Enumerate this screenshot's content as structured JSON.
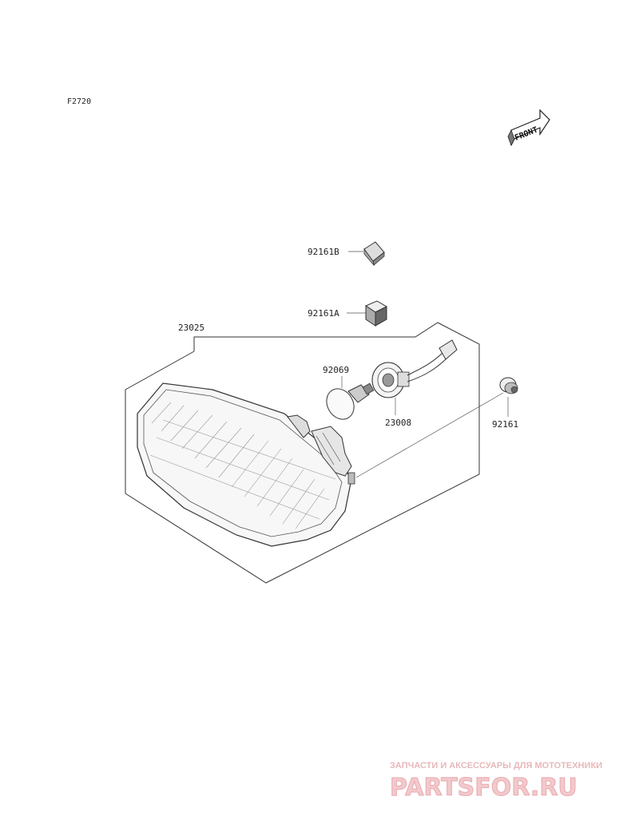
{
  "figure_code": "F2720",
  "front_label": "FRONT",
  "parts": [
    {
      "id": "p-92161b",
      "label": "92161B"
    },
    {
      "id": "p-92161a",
      "label": "92161A"
    },
    {
      "id": "p-23025",
      "label": "23025"
    },
    {
      "id": "p-92069",
      "label": "92069"
    },
    {
      "id": "p-23008",
      "label": "23008"
    },
    {
      "id": "p-92161",
      "label": "92161"
    }
  ],
  "watermark": {
    "tagline": "ЗАПЧАСТИ И АКСЕССУАРЫ ДЛЯ МОТОТЕХНИКИ",
    "logo": "PARTSFOR.RU"
  }
}
